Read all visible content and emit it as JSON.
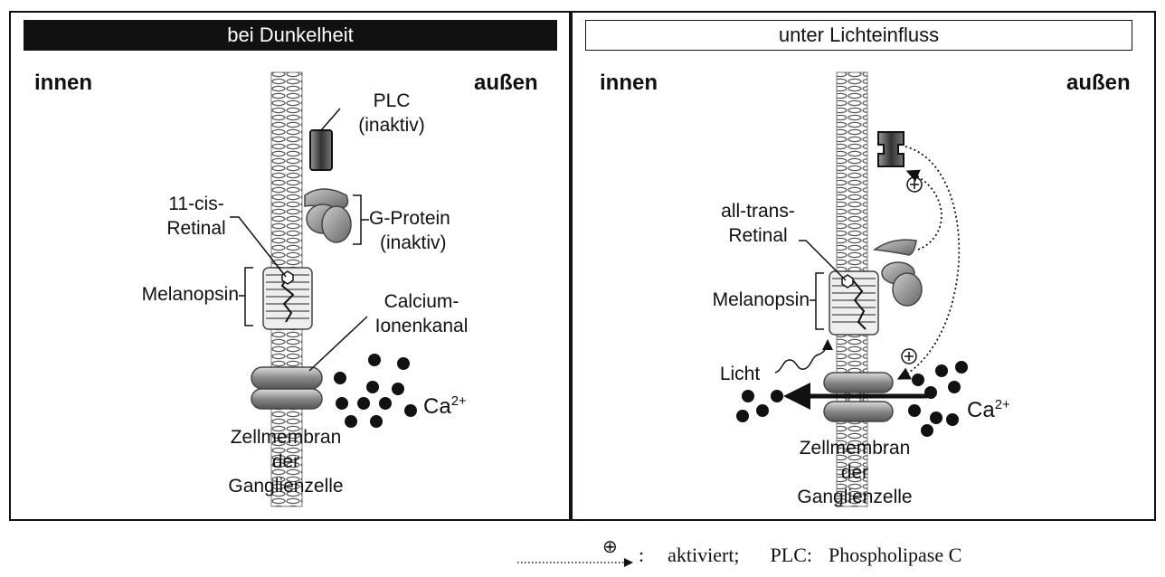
{
  "left_panel": {
    "title": "bei Dunkelheit",
    "inside": "innen",
    "outside": "außen",
    "plc": [
      "PLC",
      "(inaktiv)"
    ],
    "cis_retinal": [
      "11-cis-",
      "Retinal"
    ],
    "g_protein": [
      "G-Protein",
      "(inaktiv)"
    ],
    "melanopsin": "Melanopsin",
    "calcium_channel": [
      "Calcium-",
      "Ionenkanal"
    ],
    "ion": "Ca",
    "ion_charge": "2+",
    "membrane": [
      "Zellmembran",
      "der",
      "Ganglienzelle"
    ]
  },
  "right_panel": {
    "title": "unter Lichteinfluss",
    "inside": "innen",
    "outside": "außen",
    "trans_retinal": [
      "all-trans-",
      "Retinal"
    ],
    "melanopsin": "Melanopsin",
    "light": "Licht",
    "ion": "Ca",
    "ion_charge": "2+",
    "membrane": [
      "Zellmembran",
      "der",
      "Ganglienzelle"
    ]
  },
  "legend": {
    "symbol": "⊕",
    "colon": ":",
    "activated": "aktiviert;",
    "plc_abbr": "PLC:",
    "plc_full": "Phospholipase C"
  },
  "colors": {
    "ink": "#111111",
    "protein_dark": "#555555",
    "protein_light": "#bbbbbb"
  }
}
